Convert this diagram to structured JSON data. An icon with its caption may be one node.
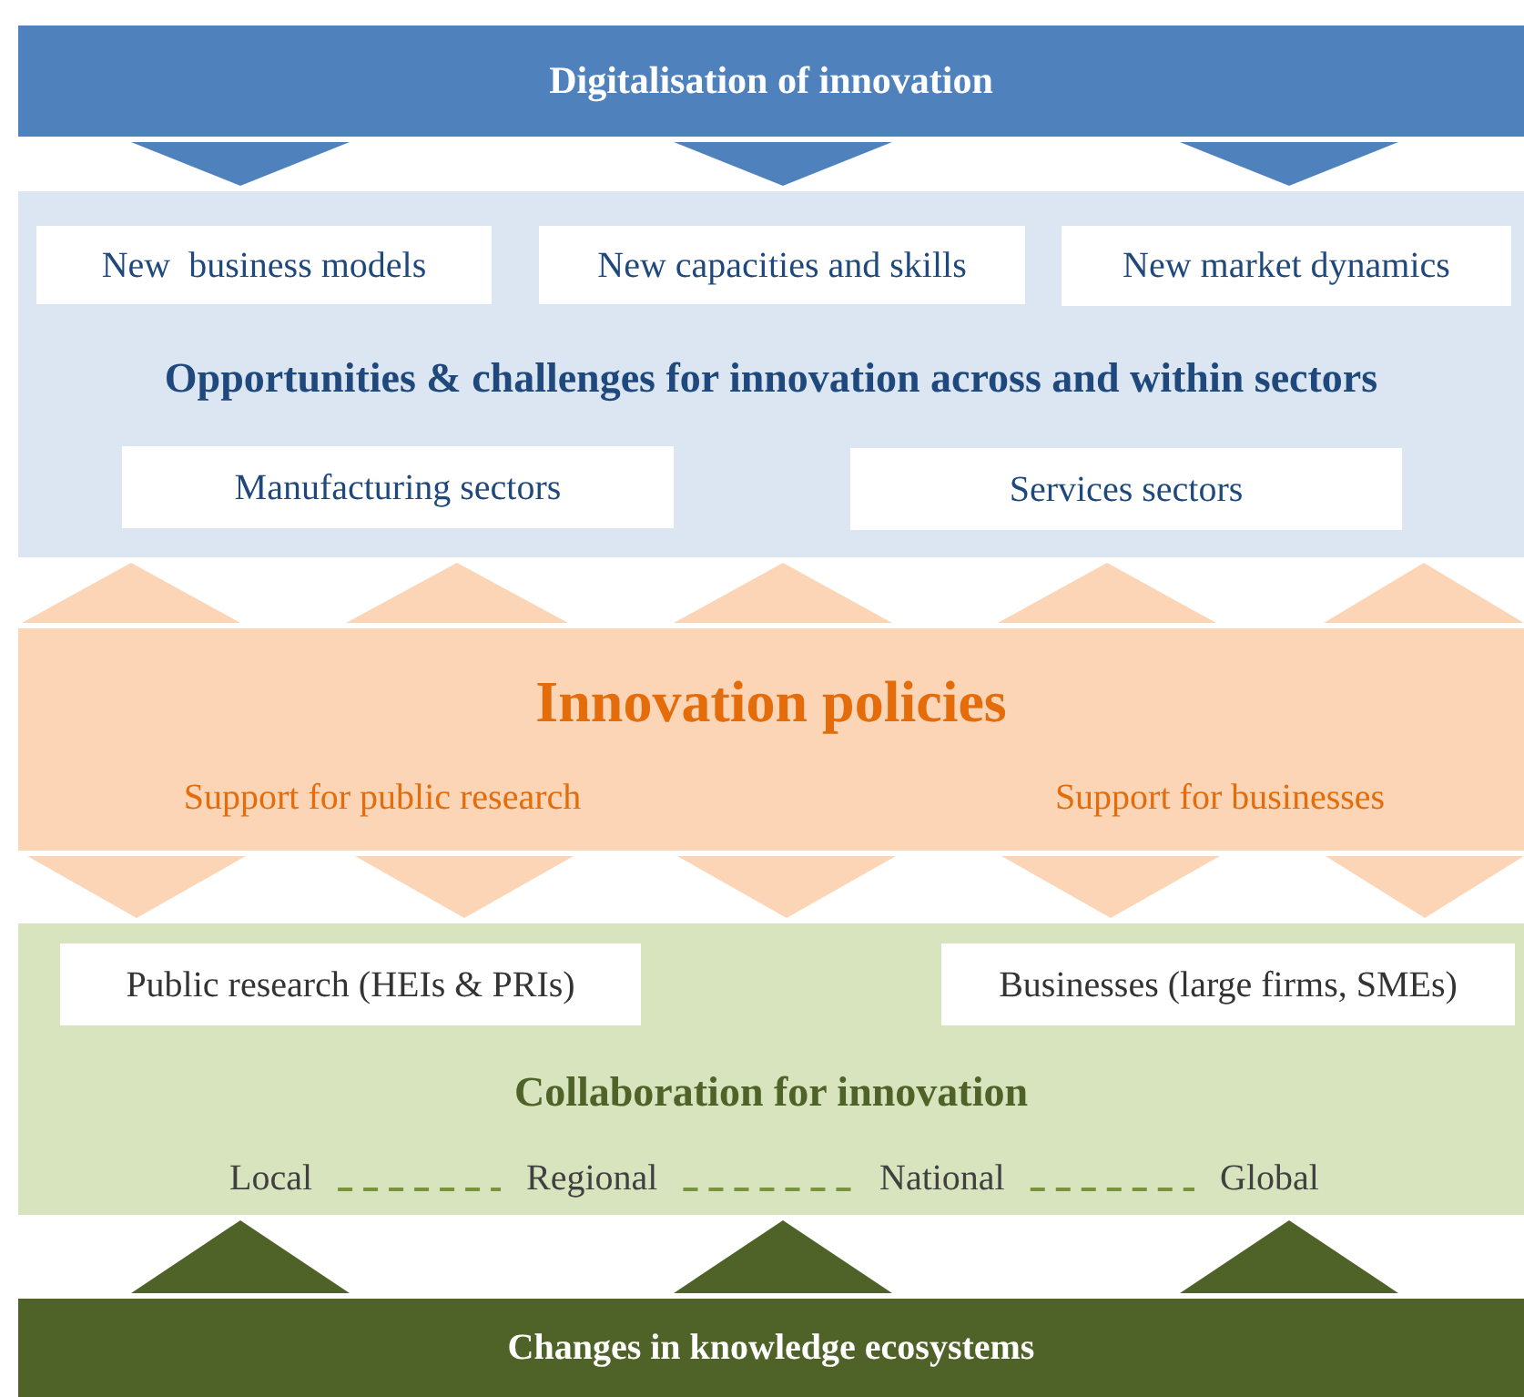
{
  "diagram": {
    "nodes": [
      {
        "text": [
          "Digitalisation of innovation"
        ]
      },
      {
        "text": [
          "Opportunities & challenges for innovation across and within sectors"
        ]
      },
      {
        "text": [
          "New  business models"
        ],
        "in": 1
      },
      {
        "text": [
          "New capacities and skills"
        ],
        "in": 1
      },
      {
        "text": [
          "New market dynamics"
        ],
        "in": 1
      },
      {
        "text": [
          "Manufacturing sectors"
        ],
        "in": 1
      },
      {
        "text": [
          "Services sectors"
        ],
        "in": 1
      },
      {
        "text": [
          "Innovation policies",
          "Support for public research",
          "Support for businesses"
        ]
      },
      {
        "text": [
          "Collaboration for innovation"
        ]
      },
      {
        "text": [
          "Public research (HEIs & PRIs)"
        ],
        "in": 8
      },
      {
        "text": [
          "Businesses (large firms, SMEs)"
        ],
        "in": 8
      },
      {
        "text": [
          "Local"
        ],
        "in": 8
      },
      {
        "text": [
          "Regional"
        ],
        "in": 8
      },
      {
        "text": [
          "National"
        ],
        "in": 8
      },
      {
        "text": [
          "Global"
        ],
        "in": 8
      },
      {
        "text": [
          "Changes in knowledge ecosystems"
        ]
      }
    ],
    "edges": [
      {
        "from": 0,
        "to": 1,
        "arrow": "to",
        "color": "#4f81bd"
      },
      {
        "from": 0,
        "to": 1,
        "arrow": "to",
        "color": "#4f81bd"
      },
      {
        "from": 0,
        "to": 1,
        "arrow": "to",
        "color": "#4f81bd"
      },
      {
        "from": 7,
        "to": 1,
        "arrow": "to"
      },
      {
        "from": 7,
        "to": 1,
        "arrow": "to"
      },
      {
        "from": 7,
        "to": 1,
        "arrow": "to"
      },
      {
        "from": 7,
        "to": 1,
        "arrow": "to"
      },
      {
        "from": 7,
        "to": 1,
        "arrow": "to"
      },
      {
        "from": 7,
        "to": 8,
        "arrow": "to"
      },
      {
        "from": 7,
        "to": 8,
        "arrow": "to"
      },
      {
        "from": 7,
        "to": 8,
        "arrow": "to"
      },
      {
        "from": 7,
        "to": 8,
        "arrow": "to"
      },
      {
        "from": 7,
        "to": 8,
        "arrow": "to"
      },
      {
        "from": 15,
        "to": 8,
        "arrow": "to",
        "color": "#4f6228"
      },
      {
        "from": 15,
        "to": 8,
        "arrow": "to",
        "color": "#4f6228"
      },
      {
        "from": 15,
        "to": 8,
        "arrow": "to",
        "color": "#4f6228"
      },
      {
        "from": 11,
        "to": 12,
        "arrow": "none",
        "style": "dashed",
        "color": "#77933c"
      },
      {
        "from": 12,
        "to": 13,
        "arrow": "none",
        "style": "dashed",
        "color": "#77933c"
      },
      {
        "from": 13,
        "to": 14,
        "arrow": "none",
        "style": "dashed",
        "color": "#77933c"
      }
    ]
  }
}
